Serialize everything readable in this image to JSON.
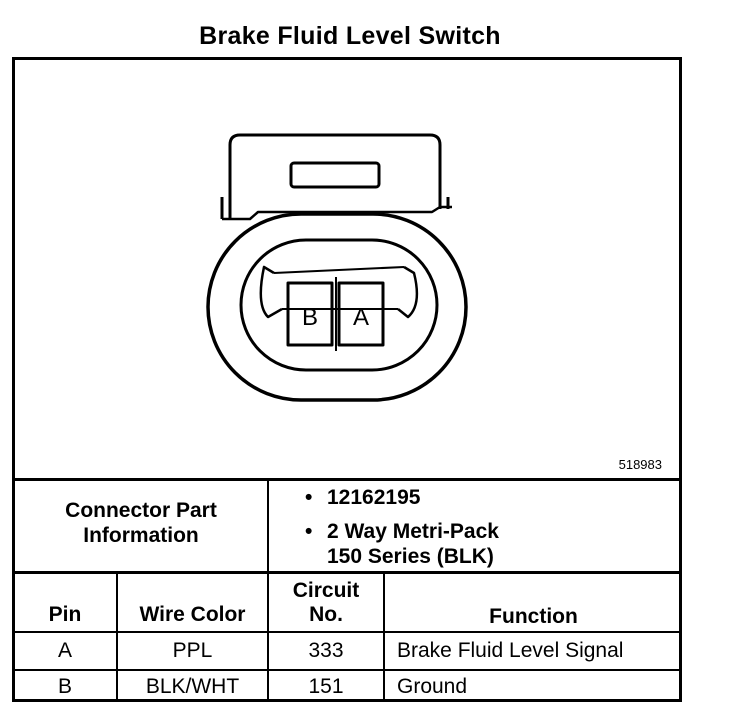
{
  "title": "Brake Fluid Level Switch",
  "figure_number": "518983",
  "connector": {
    "cavities": [
      "B",
      "A"
    ]
  },
  "connector_info": {
    "label_line1": "Connector Part",
    "label_line2": "Information",
    "items": [
      {
        "text": "12162195"
      },
      {
        "text": "2 Way Metri-Pack",
        "text2": "150 Series (BLK)"
      }
    ]
  },
  "table": {
    "headers": {
      "pin": "Pin",
      "wire_color": "Wire Color",
      "circuit_line1": "Circuit",
      "circuit_line2": "No.",
      "function": "Function"
    },
    "rows": [
      {
        "pin": "A",
        "wire_color": "PPL",
        "circuit": "333",
        "function": "Brake Fluid Level Signal"
      },
      {
        "pin": "B",
        "wire_color": "BLK/WHT",
        "circuit": "151",
        "function": "Ground"
      }
    ]
  }
}
